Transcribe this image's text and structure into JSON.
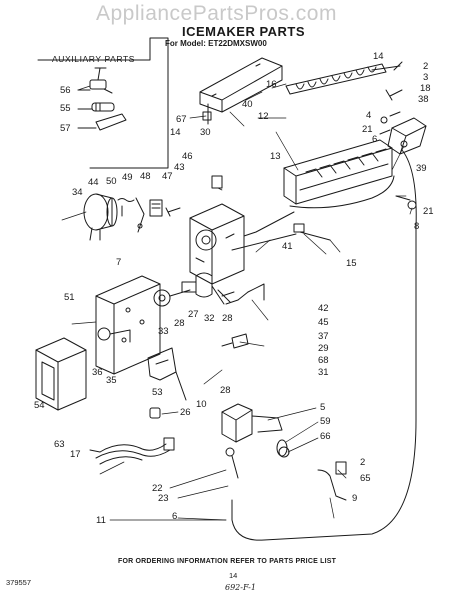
{
  "watermark": "AppliancePartsPros.com",
  "title": "ICEMAKER PARTS",
  "subtitle": "For Model: ET22DMXSW00",
  "auxiliary_heading": "AUXILIARY PARTS",
  "footnote": "FOR ORDERING INFORMATION REFER TO PARTS PRICE LIST",
  "code_left": "379557",
  "page_number": "14",
  "handwritten_note": "692-F-1",
  "callouts": [
    "56",
    "55",
    "57",
    "14",
    "16",
    "2",
    "3",
    "18",
    "38",
    "40",
    "12",
    "67",
    "14",
    "30",
    "4",
    "21",
    "6",
    "13",
    "39",
    "46",
    "43",
    "44",
    "50",
    "49",
    "48",
    "47",
    "34",
    "7",
    "41",
    "15",
    "21",
    "8",
    "51",
    "27",
    "28",
    "33",
    "32",
    "28",
    "42",
    "45",
    "37",
    "29",
    "68",
    "31",
    "36",
    "35",
    "53",
    "28",
    "10",
    "26",
    "54",
    "63",
    "17",
    "5",
    "59",
    "66",
    "22",
    "23",
    "6",
    "11",
    "2",
    "65",
    "9"
  ]
}
